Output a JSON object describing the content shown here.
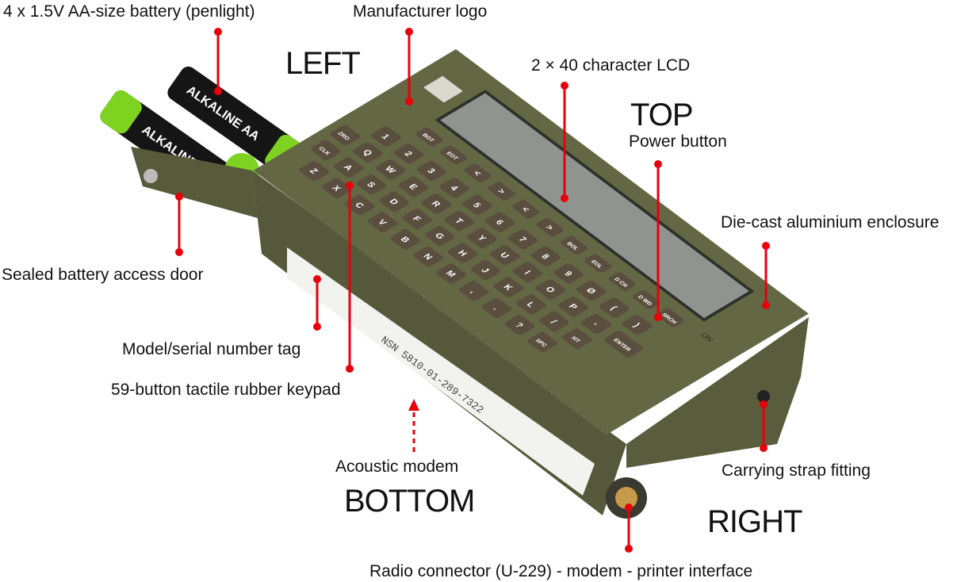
{
  "labels": {
    "battery": "4 x 1.5V AA-size battery (penlight)",
    "logo": "Manufacturer logo",
    "lcd": "2 × 40 character LCD",
    "power": "Power button",
    "enclosure": "Die-cast aluminium enclosure",
    "door": "Sealed battery access door",
    "tag": "Model/serial number tag",
    "keypad": "59-button tactile rubber keypad",
    "modem": "Acoustic modem",
    "strap": "Carrying strap fitting",
    "connector": "Radio connector (U-229) - modem - printer interface"
  },
  "orientation": {
    "left": "LEFT",
    "top": "TOP",
    "bottom": "BOTTOM",
    "right": "RIGHT"
  },
  "battery_text": "ALKALINE AA",
  "on_label": "ON",
  "serial_text": "NSN 5810-01-289-7322",
  "keys": [
    [
      "BOT",
      "EOT",
      "<",
      ">",
      "<",
      ">",
      "BOL",
      "EOL",
      "D CH",
      "D WD",
      "SRCH"
    ],
    [
      "1",
      "2",
      "3",
      "4",
      "5",
      "6",
      "7",
      "8",
      "9",
      "Ø",
      "(",
      ")"
    ],
    [
      "ZRO",
      "Q",
      "W",
      "E",
      "R",
      "T",
      "Y",
      "U",
      "I",
      "O",
      "P",
      "-",
      "ENTER"
    ],
    [
      "CLK",
      "A",
      "S",
      "D",
      "F",
      "G",
      "H",
      "J",
      "K",
      "L",
      "/",
      "XIT"
    ],
    [
      "Z",
      "X",
      "C",
      "V",
      "B",
      "N",
      "M",
      ",",
      ".",
      "?",
      "SPC"
    ]
  ],
  "colors": {
    "callout": "#e8000b",
    "enclosure": "#5f6242",
    "enclosure_dark": "#4a4c33",
    "key": "#5a4e3e",
    "lcd": "#8f9490",
    "battery": "#7ed321"
  }
}
